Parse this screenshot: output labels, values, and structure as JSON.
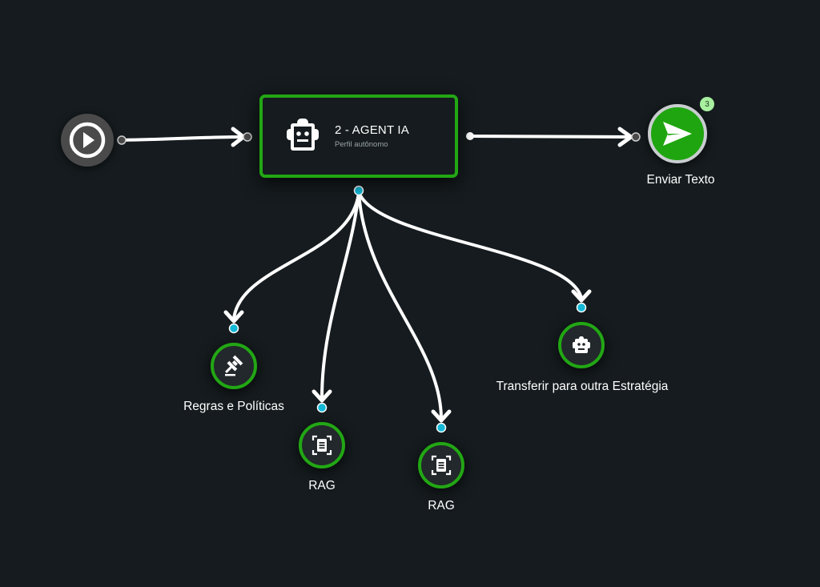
{
  "flow": {
    "start": {
      "icon": "play-circle-icon"
    },
    "agent": {
      "title": "2 - AGENT IA",
      "subtitle": "Perfil autônomo",
      "icon": "robot-icon",
      "border_color": "#22a714"
    },
    "send_text": {
      "label": "Enviar Texto",
      "icon": "send-icon",
      "badge_count": "3",
      "fill_color": "#1fa50f"
    },
    "tools": [
      {
        "label": "Regras e Políticas",
        "icon": "gavel-icon"
      },
      {
        "label": "RAG",
        "icon": "document-scan-icon"
      },
      {
        "label": "RAG",
        "icon": "document-scan-icon"
      },
      {
        "label": "Transferir para outra Estratégia",
        "icon": "robot-icon"
      }
    ]
  },
  "colors": {
    "background": "#151b1e",
    "accent_green": "#22a714",
    "port_cyan": "#13b8d6",
    "edge": "#ffffff"
  }
}
